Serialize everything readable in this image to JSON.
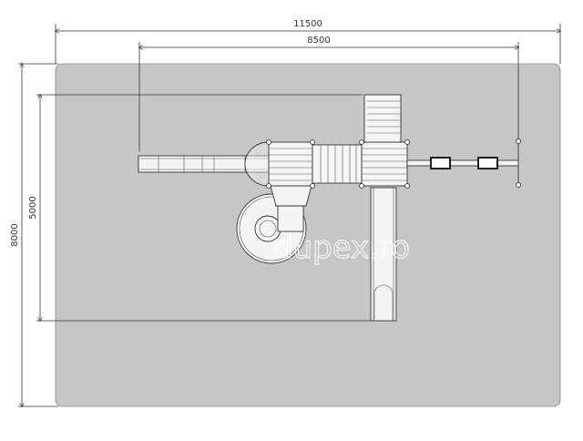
{
  "dimensions": {
    "total_width": "11500",
    "equipment_width": "8500",
    "total_depth": "8000",
    "equipment_depth": "5000"
  },
  "watermark": "dupex.ro",
  "colors": {
    "ground": "#c6c6c6",
    "parts": "#f4f4f4",
    "lines": "#333333"
  }
}
